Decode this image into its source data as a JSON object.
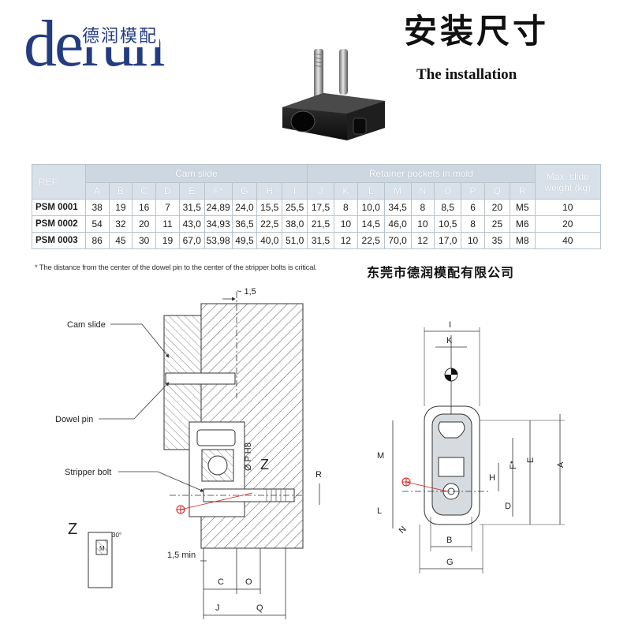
{
  "header": {
    "logo_text": "derun",
    "logo_cn": "德润模配",
    "title_cn": "安装尺寸",
    "title_en": "The installation"
  },
  "table": {
    "ref_label": "REF",
    "group_cam": "Cam slide",
    "group_retainer": "Retainer pockets in mold",
    "max_weight_label": "Max. slide weight (kg)",
    "cam_columns": [
      "A",
      "B",
      "C",
      "D",
      "E",
      "F*",
      "G",
      "H",
      "I"
    ],
    "retainer_columns": [
      "J",
      "K",
      "L",
      "M",
      "N",
      "O",
      "P",
      "Q",
      "R"
    ],
    "rows": [
      {
        "ref": "PSM 0001",
        "values": [
          "38",
          "19",
          "16",
          "7",
          "31,5",
          "24,89",
          "24,0",
          "15,5",
          "25,5",
          "17,5",
          "8",
          "10,0",
          "34,5",
          "8",
          "8,5",
          "6",
          "20",
          "M5"
        ],
        "weight": "10"
      },
      {
        "ref": "PSM 0002",
        "values": [
          "54",
          "32",
          "20",
          "11",
          "43,0",
          "34,93",
          "36,5",
          "22,5",
          "38,0",
          "21,5",
          "10",
          "14,5",
          "46,0",
          "10",
          "10,5",
          "8",
          "25",
          "M6"
        ],
        "weight": "20"
      },
      {
        "ref": "PSM 0003",
        "values": [
          "86",
          "45",
          "30",
          "19",
          "67,0",
          "53,98",
          "49,5",
          "40,0",
          "51,0",
          "31,5",
          "12",
          "22,5",
          "70,0",
          "12",
          "17,0",
          "10",
          "35",
          "M8"
        ],
        "weight": "40"
      }
    ]
  },
  "footnote": "* The distance from the center of the dowel pin to the center of the stripper bolts is critical.",
  "company": "东莞市德润模配有限公司",
  "drawing": {
    "callouts": {
      "cam_slide": "Cam slide",
      "dowel_pin": "Dowel pin",
      "stripper_bolt": "Stripper bolt",
      "detail_z": "Z",
      "section_z": "Z",
      "approx": "~ 1,5",
      "min": "1,5 min",
      "php": "Ø P H8",
      "angle": "30°"
    },
    "dims_left": {
      "C": "C",
      "O": "O",
      "J": "J",
      "Q": "Q",
      "R": "R",
      "M": "M"
    },
    "dims_right": {
      "I": "I",
      "K": "K",
      "M": "M",
      "L": "L",
      "N": "N",
      "H": "H",
      "F": "F*",
      "E": "E",
      "A": "A",
      "D": "D",
      "B": "B",
      "G": "G"
    }
  },
  "colors": {
    "logo": "#233c80",
    "table_header": "#d8e1ea",
    "hatch": "#4a4a4a",
    "red": "#d22020"
  }
}
